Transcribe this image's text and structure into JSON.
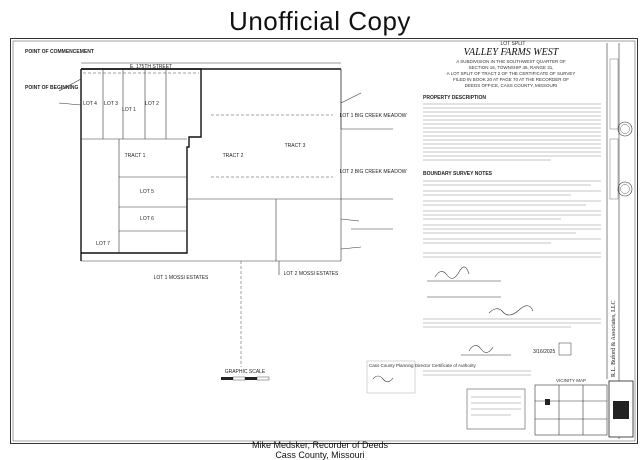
{
  "watermark": "Unofficial Copy",
  "footer": {
    "line1": "Mike Medsker, Recorder of Deeds",
    "line2": "Cass County, Missouri"
  },
  "header": {
    "lot_split": "LOT SPLIT",
    "title": "VALLEY FARMS WEST",
    "subtitle1": "A SUBDIVISION IN THE SOUTHWEST QUARTER OF",
    "subtitle2": "SECTION 16, TOWNSHIP 46, RANGE 31,",
    "subtitle3": "A LOT SPLIT OF TRACT 2 OF THE CERTIFICATE OF SURVEY",
    "subtitle4": "FILED IN BOOK 20 AT PAGE 70 AT THE RECORDER OF",
    "subtitle5": "DEEDS OFFICE, CASS COUNTY, MISSOURI"
  },
  "sections": {
    "property_description": "PROPERTY DESCRIPTION",
    "boundary_notes": "BOUNDARY SURVEY NOTES"
  },
  "plat": {
    "point_commencement": "POINT OF COMMENCEMENT",
    "point_beginning": "POINT OF BEGINNING",
    "street_label": "E. 175TH STREET",
    "tract1": "TRACT 1",
    "tract2": "TRACT 2",
    "tract3": "TRACT 3",
    "lots": [
      "LOT 1",
      "LOT 2",
      "LOT 3",
      "LOT 4",
      "LOT 5",
      "LOT 6",
      "LOT 7"
    ],
    "lot1_mossi": "LOT 1 MOSSI ESTATES",
    "lot2_mossi": "LOT 2 MOSSI ESTATES",
    "big_creek1": "LOT 1 BIG CREEK MEADOW",
    "big_creek2": "LOT 2 BIG CREEK MEADOW",
    "graphic_scale": "GRAPHIC SCALE"
  },
  "stamps": {
    "planning": "Cass County Planning Director Certificate of Authority",
    "vicinity": "VICINITY MAP",
    "firm": "R.L. Buford & Associates, LLC",
    "date": "3/16/2025"
  }
}
